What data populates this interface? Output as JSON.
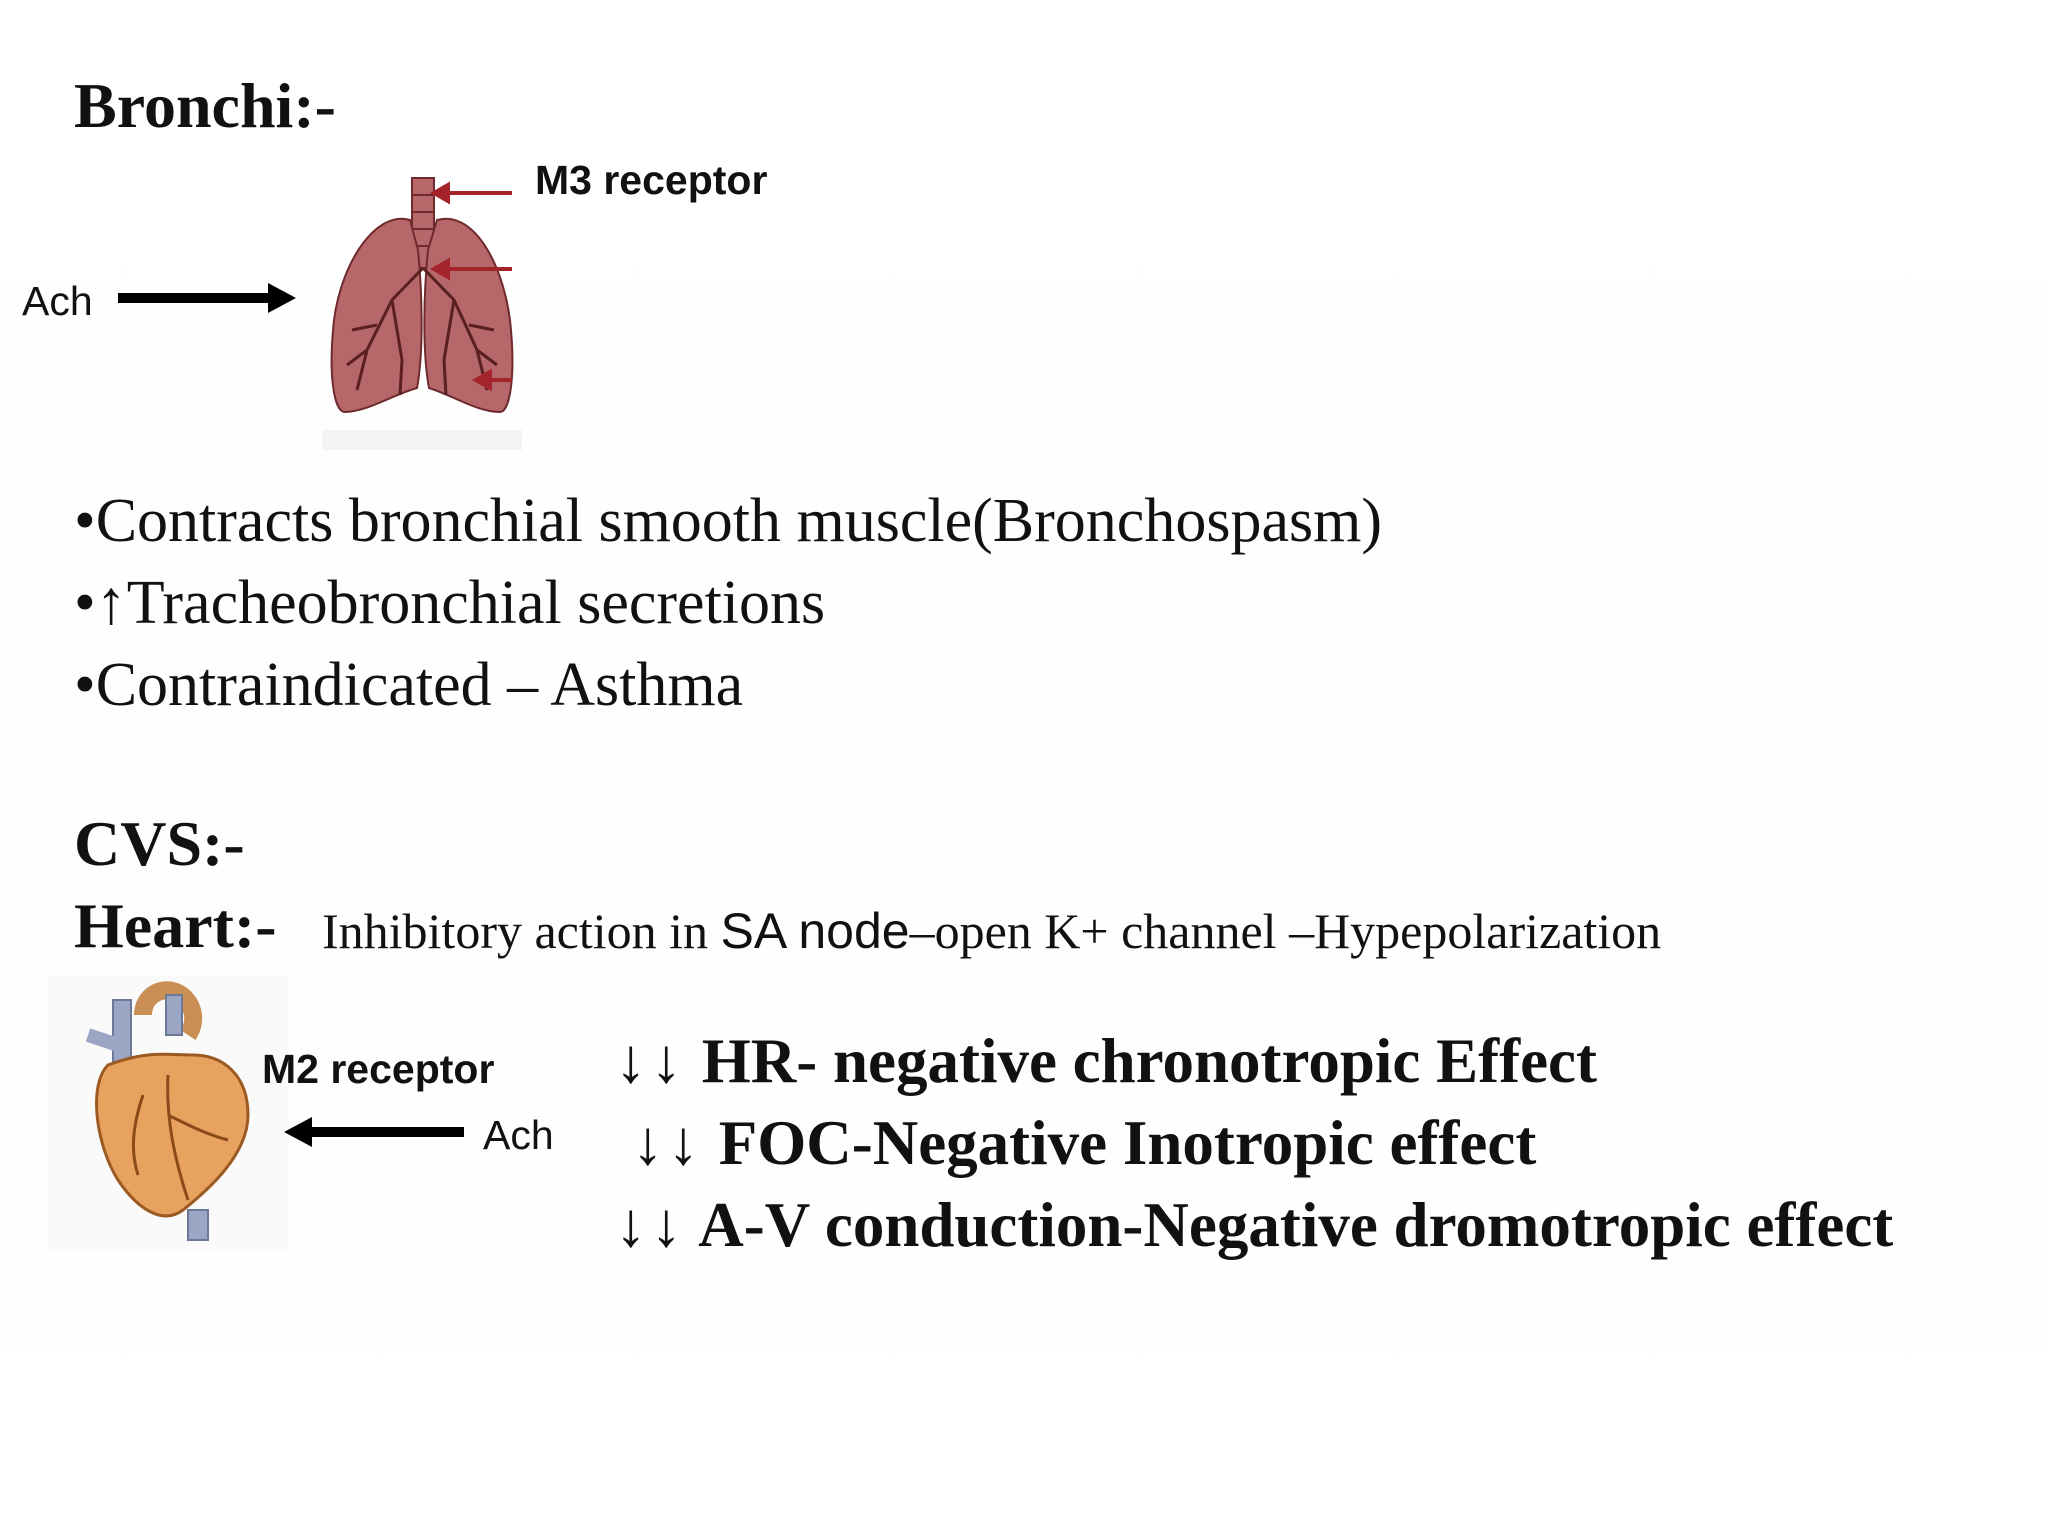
{
  "bronchi": {
    "title": "Bronchi:-",
    "receptor_label": "M3 receptor",
    "ach_label": "Ach",
    "diagram_icon": "lungs-illustration",
    "bullets": [
      "•Contracts bronchial smooth muscle(Bronchospasm)",
      "•↑Tracheobronchial secretions",
      "•Contraindicated – Asthma"
    ]
  },
  "cvs": {
    "title": "CVS:-",
    "heart_title": "Heart:-",
    "heart_desc_serif_1": "Inhibitory action in ",
    "heart_desc_sans": "SA node",
    "heart_desc_serif_2": "–open K+ channel –Hypepolarization",
    "receptor_label": "M2 receptor",
    "ach_label": "Ach",
    "diagram_icon": "heart-illustration",
    "effects": [
      {
        "arrows": "↓↓",
        "text": " HR- negative chronotropic Effect"
      },
      {
        "arrows": "↓↓",
        "text": " FOC-Negative Inotropic effect"
      },
      {
        "arrows": "↓↓",
        "text": " A-V conduction-Negative dromotropic effect"
      }
    ]
  },
  "colors": {
    "text": "#111111",
    "lung_fill": "#b5676a",
    "lung_stroke": "#6e2a2c",
    "pointer_red": "#a3242a",
    "heart_fill": "#e6a25e"
  }
}
